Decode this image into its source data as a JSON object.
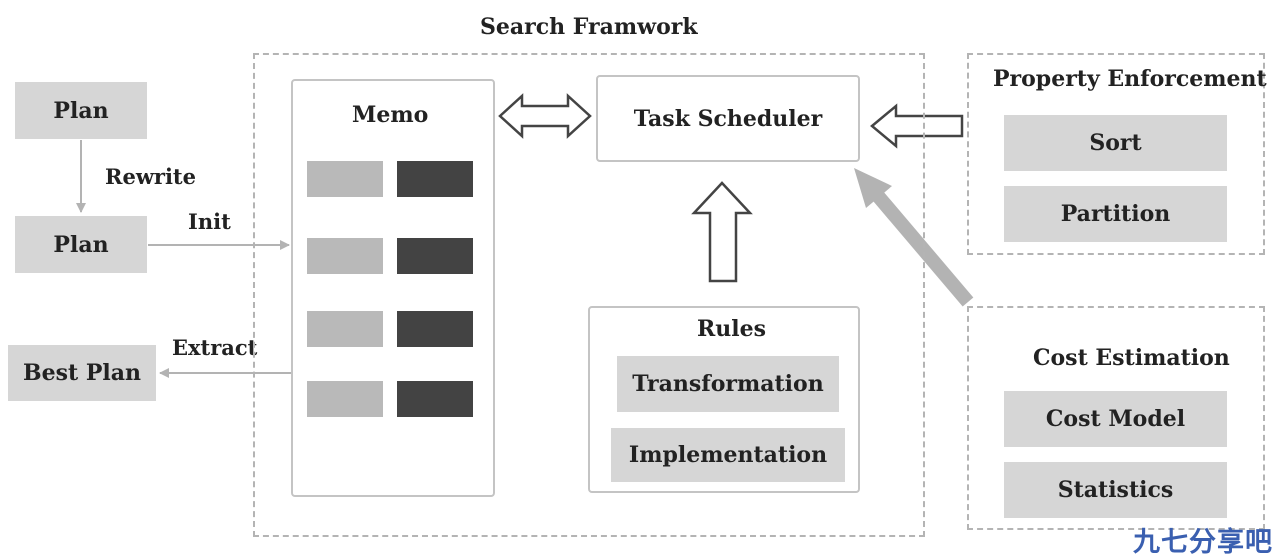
{
  "title": "Search Framwork",
  "left": {
    "plan_top": "Plan",
    "rewrite": "Rewrite",
    "plan_bottom": "Plan",
    "init": "Init",
    "extract": "Extract",
    "best_plan": "Best Plan"
  },
  "memo": {
    "label": "Memo"
  },
  "task_scheduler": "Task Scheduler",
  "rules": {
    "label": "Rules",
    "items": [
      "Transformation",
      "Implementation"
    ]
  },
  "property_enforcement": {
    "label": "Property Enforcement",
    "items": [
      "Sort",
      "Partition"
    ]
  },
  "cost_estimation": {
    "label": "Cost Estimation",
    "items": [
      "Cost Model",
      "Statistics"
    ]
  },
  "watermark": "九七分享吧"
}
